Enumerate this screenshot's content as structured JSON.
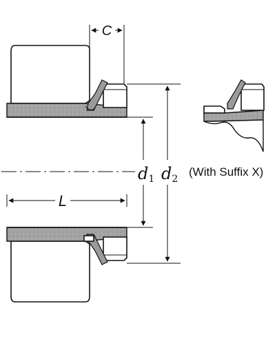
{
  "labels": {
    "c": "C",
    "l": "L",
    "d1_main": "d",
    "d1_sub": "1",
    "d2_main": "d",
    "d2_sub": "2",
    "suffix": "(With Suffix X)"
  }
}
